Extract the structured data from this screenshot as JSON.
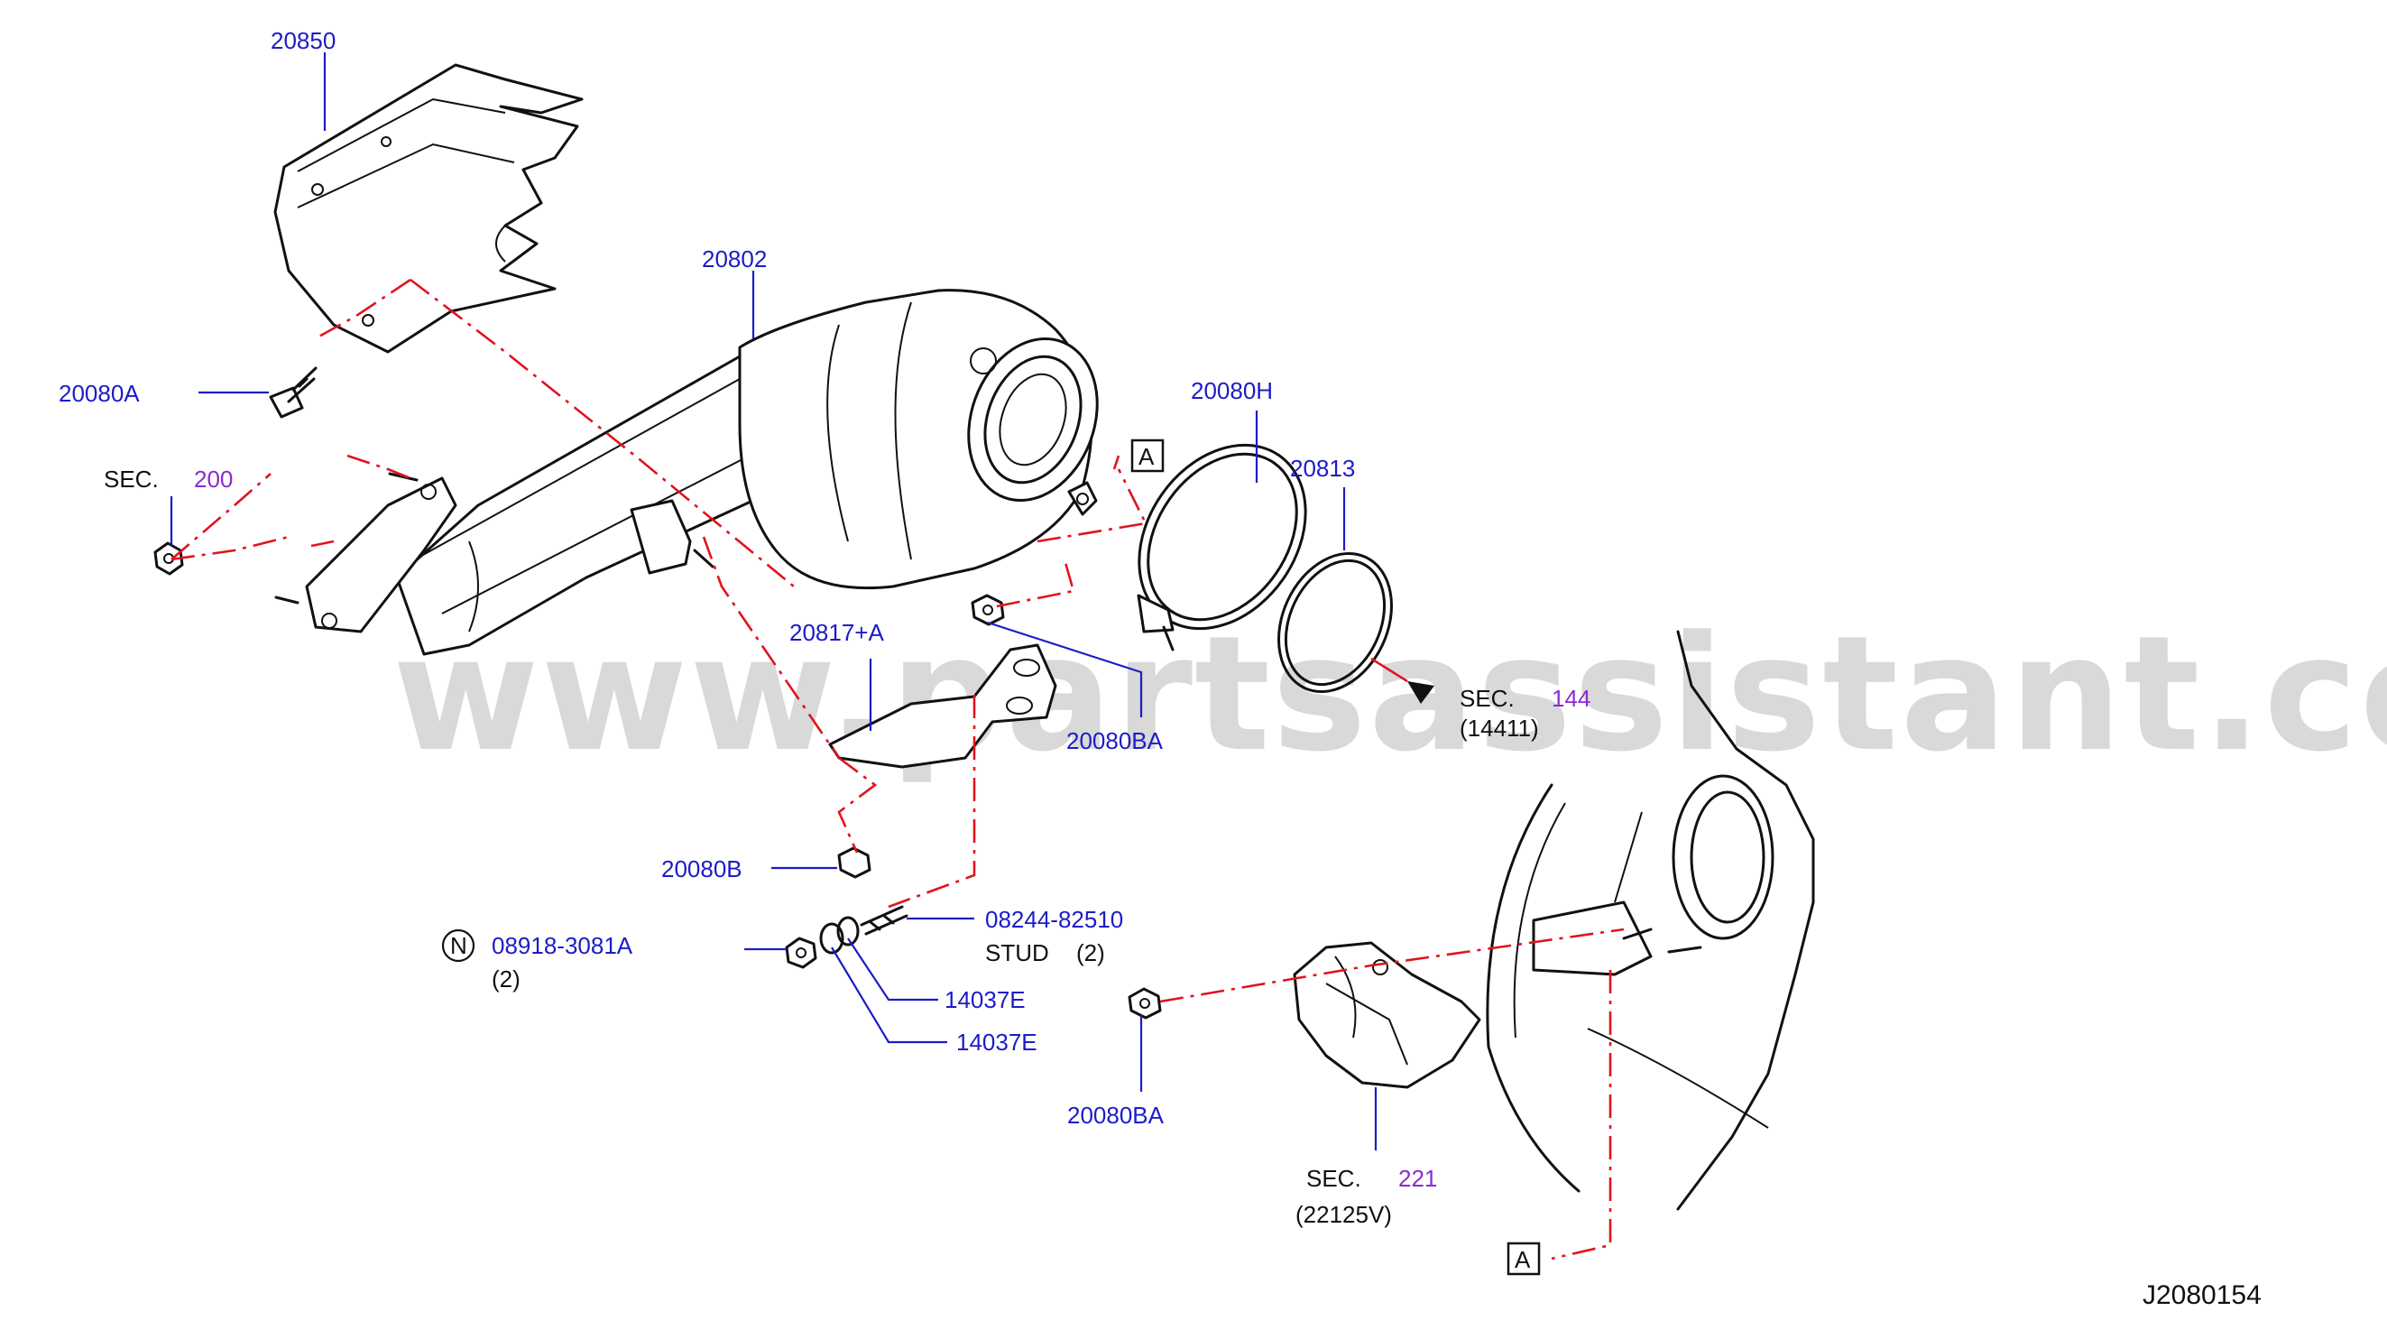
{
  "watermark": "www.partsassistant.com",
  "diagram_id": "J2080154",
  "labels": {
    "p20850": "20850",
    "p20802": "20802",
    "p20080A": "20080A",
    "sec_200_prefix": "SEC.",
    "sec_200_num": "200",
    "p20080H": "20080H",
    "p20813": "20813",
    "p20817A": "20817+A",
    "p20080BA_1": "20080BA",
    "sec_144_prefix": "SEC.",
    "sec_144_num": "144",
    "sec_144_sub": "(14411)",
    "p20080B": "20080B",
    "p08244": "08244-82510",
    "stud": "STUD",
    "stud_qty": "(2)",
    "n_symbol": "N",
    "p08918": "08918-3081A",
    "p08918_qty": "(2)",
    "p14037E_1": "14037E",
    "p14037E_2": "14037E",
    "p20080BA_2": "20080BA",
    "sec_221_prefix": "SEC.",
    "sec_221_num": "221",
    "sec_221_sub": "(22125V)",
    "ref_a_1": "A",
    "ref_a_2": "A"
  },
  "colors": {
    "part_number_text": "#1c1cc8",
    "section_number_text": "#8c2ad2",
    "callout_line": "#e0141e",
    "watermark": "#d9d9d9"
  }
}
